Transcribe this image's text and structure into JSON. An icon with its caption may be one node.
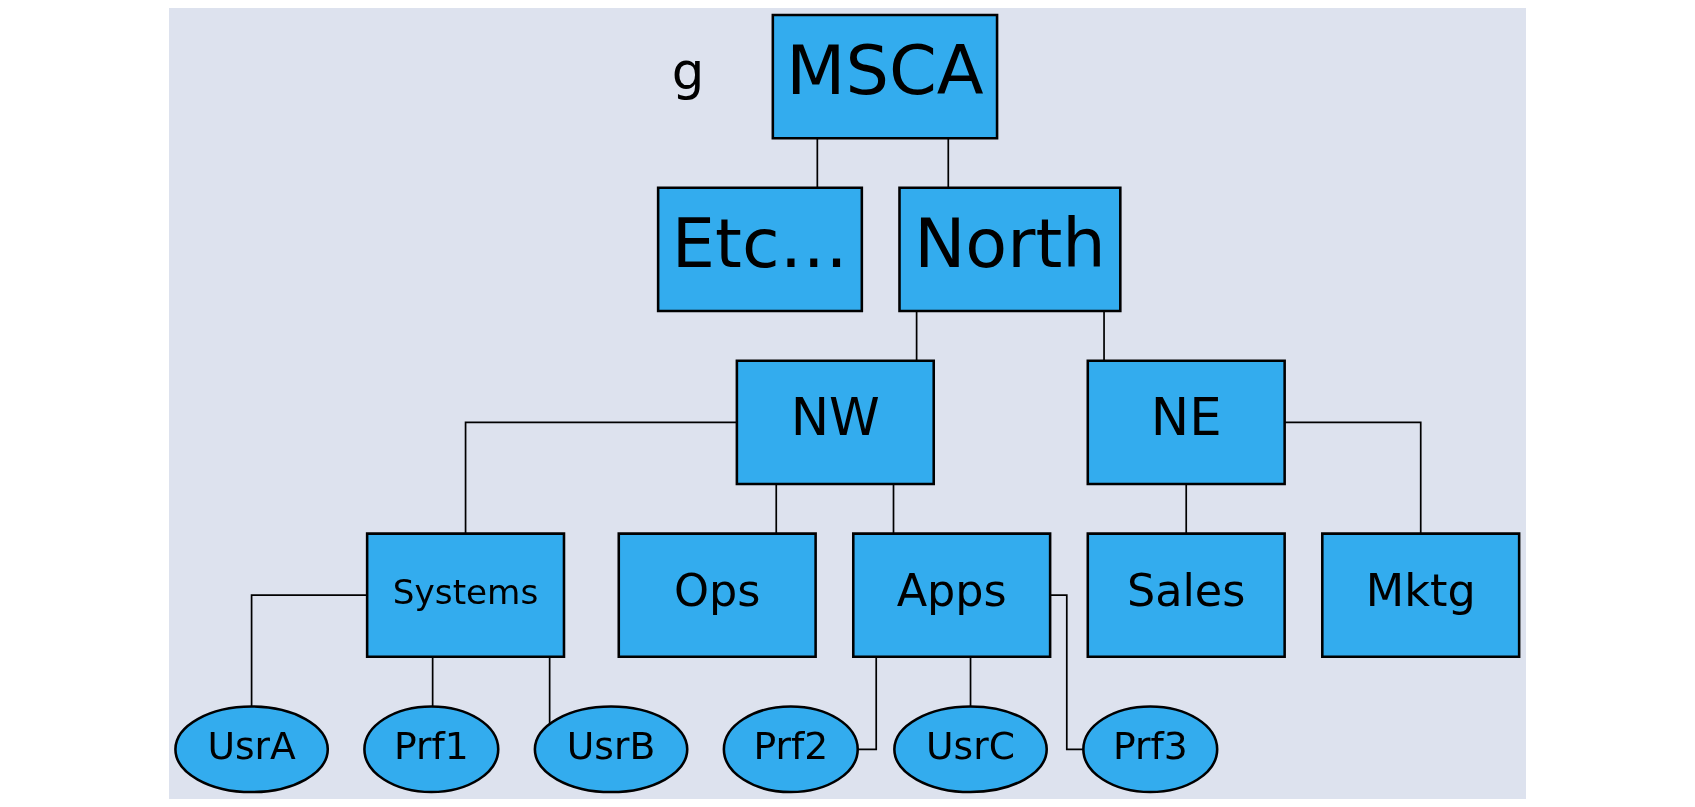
{
  "diagram": {
    "nodes": [
      {
        "text": [
          "MSCA"
        ]
      },
      {
        "text": [
          "Etc…"
        ]
      },
      {
        "text": [
          "North"
        ]
      },
      {
        "text": [
          "NW"
        ]
      },
      {
        "text": [
          "NE"
        ]
      },
      {
        "text": [
          "Systems"
        ]
      },
      {
        "text": [
          "Ops"
        ]
      },
      {
        "text": [
          "Apps"
        ]
      },
      {
        "text": [
          "Sales"
        ]
      },
      {
        "text": [
          "Mktg"
        ]
      },
      {
        "text": [
          "UsrA"
        ]
      },
      {
        "text": [
          "Prf1"
        ]
      },
      {
        "text": [
          "UsrB"
        ]
      },
      {
        "text": [
          "Prf2"
        ]
      },
      {
        "text": [
          "UsrC"
        ]
      },
      {
        "text": [
          "Prf3"
        ]
      }
    ],
    "edges": [
      {
        "from": 0,
        "to": 1,
        "arrow": "none"
      },
      {
        "from": 0,
        "to": 2,
        "arrow": "none"
      },
      {
        "from": 2,
        "to": 3,
        "arrow": "none"
      },
      {
        "from": 2,
        "to": 4,
        "arrow": "none"
      },
      {
        "from": 3,
        "to": 5,
        "arrow": "none"
      },
      {
        "from": 3,
        "to": 6,
        "arrow": "none"
      },
      {
        "from": 3,
        "to": 7,
        "arrow": "none"
      },
      {
        "from": 4,
        "to": 8,
        "arrow": "none"
      },
      {
        "from": 4,
        "to": 9,
        "arrow": "none"
      },
      {
        "from": 5,
        "to": 10,
        "arrow": "none"
      },
      {
        "from": 5,
        "to": 11,
        "arrow": "none"
      },
      {
        "from": 5,
        "to": 12,
        "arrow": "none"
      },
      {
        "from": 7,
        "to": 13,
        "arrow": "none"
      },
      {
        "from": 7,
        "to": 14,
        "arrow": "none"
      },
      {
        "from": 7,
        "to": 15,
        "arrow": "none"
      }
    ],
    "labels": [
      "g"
    ]
  }
}
